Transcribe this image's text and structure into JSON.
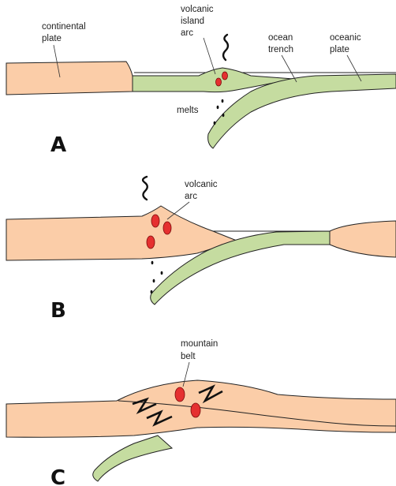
{
  "panel_a": {
    "letter": "A",
    "labels": {
      "continental_plate": [
        "continental",
        "plate"
      ],
      "volcanic_island_arc": [
        "volcanic",
        "island",
        "arc"
      ],
      "ocean_trench": [
        "ocean",
        "trench"
      ],
      "oceanic_plate": [
        "oceanic",
        "plate"
      ],
      "melts": "melts"
    }
  },
  "panel_b": {
    "letter": "B",
    "labels": {
      "volcanic_arc": [
        "volcanic",
        "arc"
      ]
    }
  },
  "panel_c": {
    "letter": "C",
    "labels": {
      "mountain_belt": [
        "mountain",
        "belt"
      ]
    }
  },
  "colors": {
    "continental_crust": "#fbcda8",
    "oceanic_crust": "#c5dca0",
    "magma": "#e53030"
  }
}
